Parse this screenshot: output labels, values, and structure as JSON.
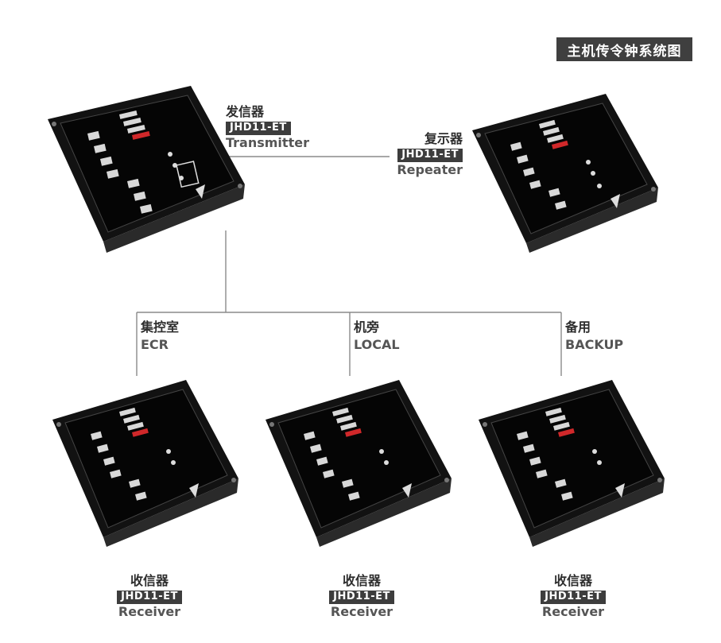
{
  "title": "主机传令钟系统图",
  "transmitter": {
    "cn": "发信器",
    "code": "JHD11-ET",
    "en": "Transmitter"
  },
  "repeater": {
    "cn": "复示器",
    "code": "JHD11-ET",
    "en": "Repeater"
  },
  "locations": [
    {
      "cn": "集控室",
      "en": "ECR"
    },
    {
      "cn": "机旁",
      "en": "LOCAL"
    },
    {
      "cn": "备用",
      "en": "BACKUP"
    }
  ],
  "receivers": [
    {
      "cn": "收信器",
      "code": "JHD11-ET",
      "en": "Receiver"
    },
    {
      "cn": "收信器",
      "code": "JHD11-ET",
      "en": "Receiver"
    },
    {
      "cn": "收信器",
      "code": "JHD11-ET",
      "en": "Receiver"
    }
  ],
  "colors": {
    "line": "#888888",
    "panel": "#0d0d0d",
    "badge": "#3d3d3d",
    "indicator_red": "#d0282a"
  }
}
